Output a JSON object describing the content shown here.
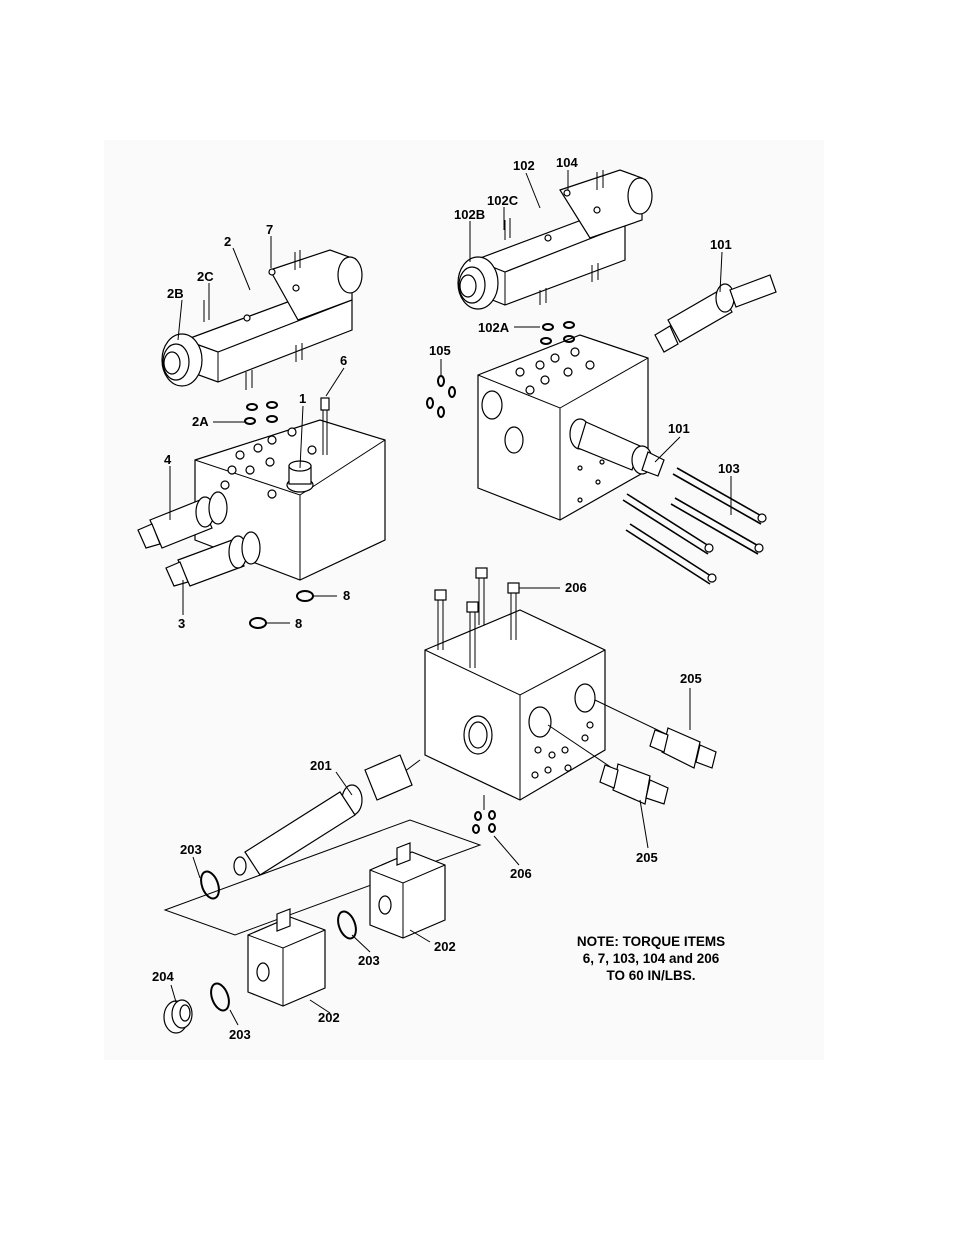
{
  "labels": {
    "l2": "2",
    "l7": "7",
    "l2C": "2C",
    "l2B": "2B",
    "l6": "6",
    "l1": "1",
    "l2A": "2A",
    "l4": "4",
    "l3": "3",
    "l8a": "8",
    "l8b": "8",
    "l102": "102",
    "l104": "104",
    "l102C": "102C",
    "l102B": "102B",
    "l101a": "101",
    "l102A": "102A",
    "l105": "105",
    "l101b": "101",
    "l103": "103",
    "l206a": "206",
    "l205a": "205",
    "l201": "201",
    "l205b": "205",
    "l203a": "203",
    "l206b": "206",
    "l202a": "202",
    "l203b": "203",
    "l204": "204",
    "l202b": "202",
    "l203c": "203"
  },
  "note": {
    "line1": "NOTE: TORQUE ITEMS",
    "line2": "6, 7, 103, 104 and 206",
    "line3": "TO 60 IN/LBS."
  }
}
